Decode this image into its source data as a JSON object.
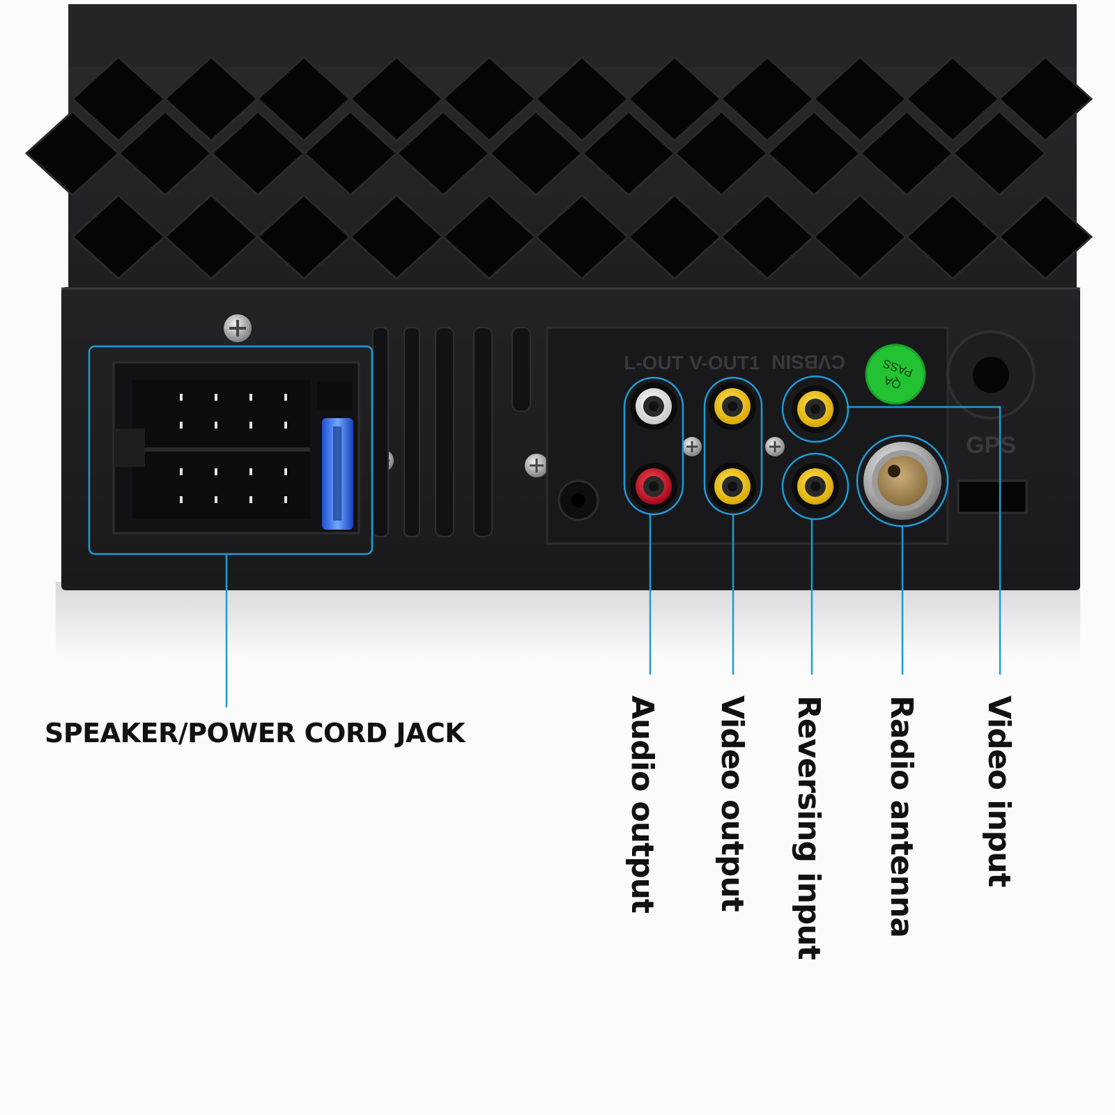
{
  "panel_text": {
    "l_out": "L-OUT",
    "v_out": "V-OUT1",
    "cvbs_in": "CVBSIN",
    "qa_line1": "QA",
    "qa_line2": "PASS",
    "gps": "GPS"
  },
  "callouts": {
    "speaker_power": "SPEAKER/POWER CORD JACK",
    "audio_output": "Audio output",
    "video_output": "Video output",
    "reversing_input": "Reversing input",
    "radio_antenna": "Radio antenna",
    "video_input": "Video input"
  },
  "colors": {
    "callout_line": "#1e9bd7",
    "chassis": "#1c1c1e",
    "rca_yellow": "#f2c400",
    "rca_red": "#c8102e",
    "qa_sticker": "#22c232"
  }
}
